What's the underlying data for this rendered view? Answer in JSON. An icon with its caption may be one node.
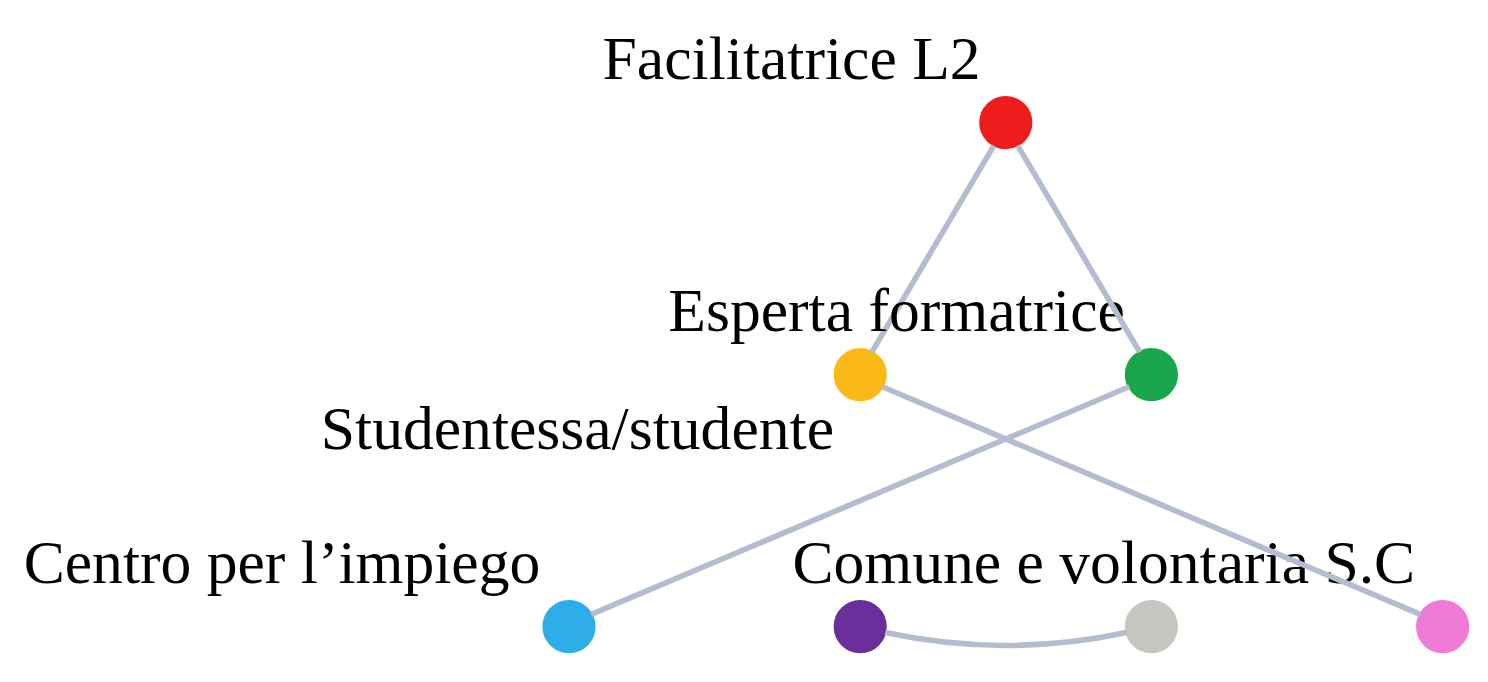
{
  "diagram": {
    "nodes": [
      {
        "text": [],
        "shape": "circle",
        "beside": [
          "Facilitatrice L2"
        ]
      },
      {
        "text": [],
        "shape": "circle",
        "beside": [
          "Esperta formatrice"
        ]
      },
      {
        "text": [],
        "shape": "circle",
        "beside": [
          "Studentessa/studente"
        ]
      },
      {
        "text": [],
        "shape": "circle",
        "beside": [
          "Centro per l’impiego"
        ]
      },
      {
        "text": [],
        "shape": "circle"
      },
      {
        "text": [],
        "shape": "circle"
      },
      {
        "text": [],
        "shape": "circle",
        "beside": [
          "Comune e volontaria S.C"
        ]
      }
    ],
    "edges": [
      {
        "from": 0,
        "to": 2,
        "arrow": "none"
      },
      {
        "from": 2,
        "to": 6,
        "arrow": "none"
      },
      {
        "from": 5,
        "to": 4,
        "arrow": "none"
      },
      {
        "from": 3,
        "to": 1,
        "arrow": "none"
      },
      {
        "from": 1,
        "to": 0,
        "arrow": "none"
      }
    ]
  }
}
